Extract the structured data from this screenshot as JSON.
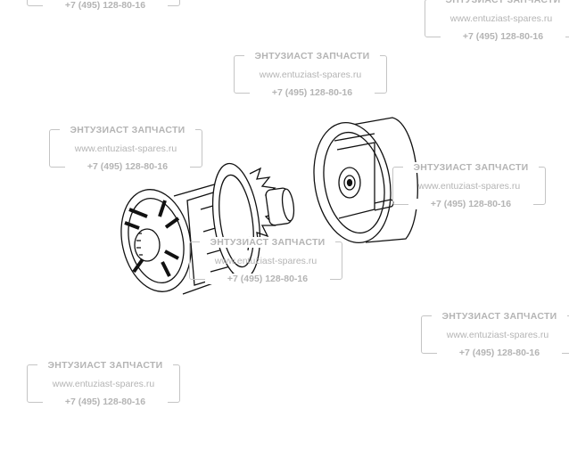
{
  "watermark": {
    "title": "ЭНТУЗИАСТ ЗАПЧАСТИ",
    "url": "www.entuziast-spares.ru",
    "phone": "+7 (495) 128-80-16"
  },
  "colors": {
    "watermark": "#b4b4b4",
    "line": "#111111"
  }
}
